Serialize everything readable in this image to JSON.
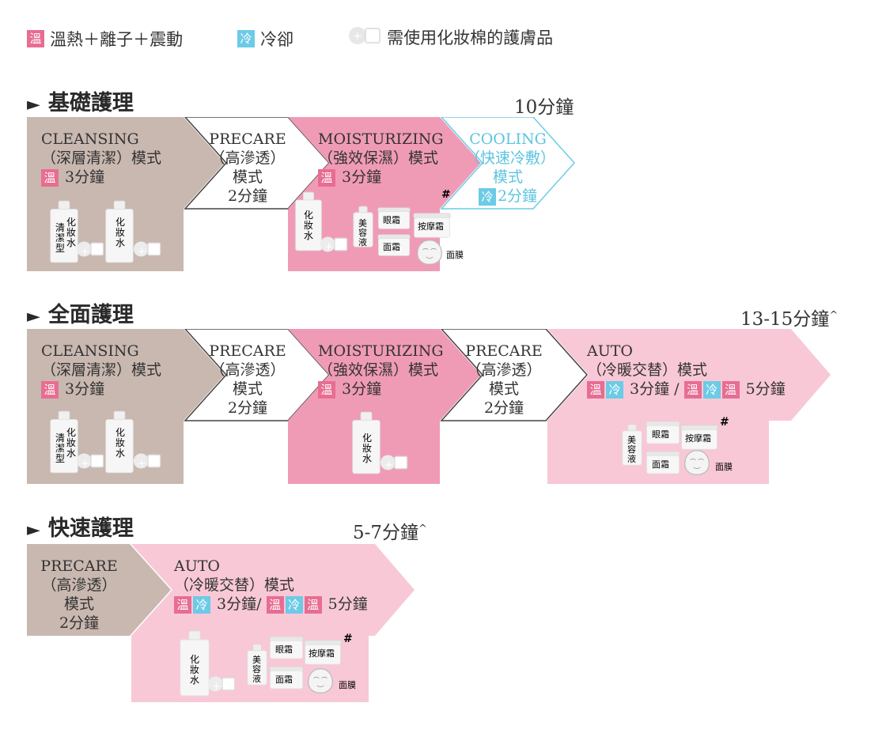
{
  "legend": {
    "warm_badge": "溫",
    "warm_label": "溫熱＋離子＋震動",
    "cold_badge": "冷",
    "cold_label": "冷卻",
    "cotton_symbol": "+",
    "cotton_label": "需使用化妝棉的護膚品"
  },
  "basic": {
    "title": "基礎護理",
    "duration": "10分鐘",
    "steps": [
      {
        "name": "CLEANSING",
        "desc": "（深層清潔）模式",
        "time": "3分鐘",
        "badge": "溫"
      },
      {
        "name": "PRECARE",
        "desc": "（高滲透）",
        "mode": "模式",
        "time": "2分鐘"
      },
      {
        "name": "MOISTURIZING",
        "desc": "（強效保濕）模式",
        "time": "3分鐘",
        "badge": "溫"
      },
      {
        "name": "COOLING",
        "desc": "（快速冷敷）",
        "mode": "模式",
        "time": "2分鐘",
        "badge": "冷"
      }
    ]
  },
  "full": {
    "title": "全面護理",
    "duration": "13-15分鐘",
    "duration_sup": "^",
    "steps": [
      {
        "name": "CLEANSING",
        "desc": "（深層清潔）模式",
        "time": "3分鐘",
        "badge": "溫"
      },
      {
        "name": "PRECARE",
        "desc": "（高滲透）",
        "mode": "模式",
        "time": "2分鐘"
      },
      {
        "name": "MOISTURIZING",
        "desc": "（強效保濕）模式",
        "time": "3分鐘",
        "badge": "溫"
      },
      {
        "name": "PRECARE",
        "desc": "（高滲透）",
        "mode": "模式",
        "time": "2分鐘"
      },
      {
        "name": "AUTO",
        "desc": "（冷暖交替）模式",
        "time_a": "3分鐘 /",
        "time_b": "5分鐘"
      }
    ]
  },
  "quick": {
    "title": "快速護理",
    "duration": "5-7分鐘",
    "duration_sup": "^",
    "steps": [
      {
        "name": "PRECARE",
        "desc": "（高滲透）",
        "mode": "模式",
        "time": "2分鐘"
      },
      {
        "name": "AUTO",
        "desc": "（冷暖交替）模式",
        "time_a": "3分鐘/",
        "time_b": "5分鐘"
      }
    ]
  },
  "products": {
    "toner": "化妝水",
    "toner_col1": "化",
    "toner_col2": "妝",
    "toner_col3": "水",
    "cleansing_col1": "清",
    "cleansing_col2": "潔",
    "cleansing_col3": "型",
    "serum_1": "美",
    "serum_2": "容",
    "serum_3": "液",
    "eye_cream": "眼霜",
    "massage_cream": "按摩霜",
    "face_cream": "面霜",
    "mask": "面膜",
    "hash": "#",
    "plus": "+"
  }
}
